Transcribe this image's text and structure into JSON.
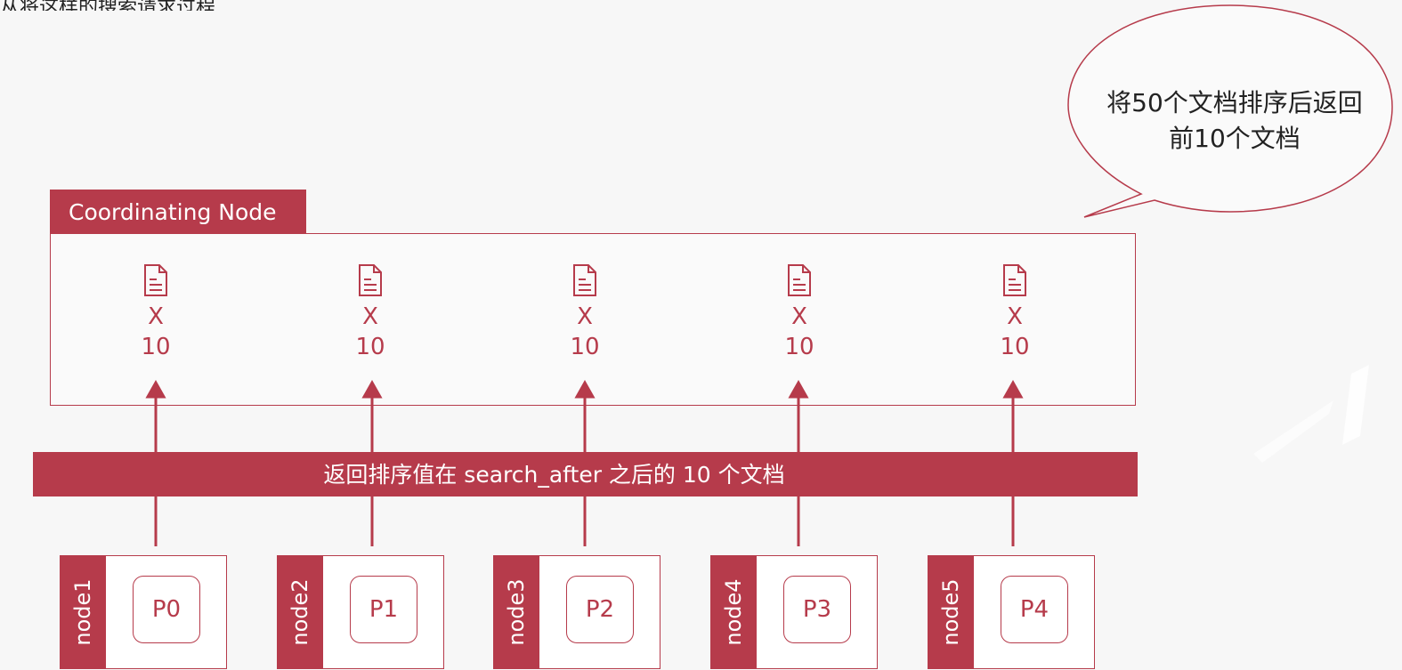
{
  "header": {
    "fragment": "从将这样的搜索请求过程"
  },
  "bubble": {
    "line1": "将50个文档排序后返回",
    "line2": "前10个文档"
  },
  "coordinating": {
    "label": "Coordinating Node",
    "columns": [
      {
        "mark": "X",
        "count": "10",
        "icon": "document-icon"
      },
      {
        "mark": "X",
        "count": "10",
        "icon": "document-icon"
      },
      {
        "mark": "X",
        "count": "10",
        "icon": "document-icon"
      },
      {
        "mark": "X",
        "count": "10",
        "icon": "document-icon"
      },
      {
        "mark": "X",
        "count": "10",
        "icon": "document-icon"
      }
    ]
  },
  "return_bar": {
    "text": "返回排序值在 search_after 之后的 10 个文档"
  },
  "nodes": [
    {
      "name": "node1",
      "shard": "P0"
    },
    {
      "name": "node2",
      "shard": "P1"
    },
    {
      "name": "node3",
      "shard": "P2"
    },
    {
      "name": "node4",
      "shard": "P3"
    },
    {
      "name": "node5",
      "shard": "P4"
    }
  ],
  "colors": {
    "accent": "#b63b4b",
    "background": "#f7f7f7",
    "text": "#222222"
  }
}
